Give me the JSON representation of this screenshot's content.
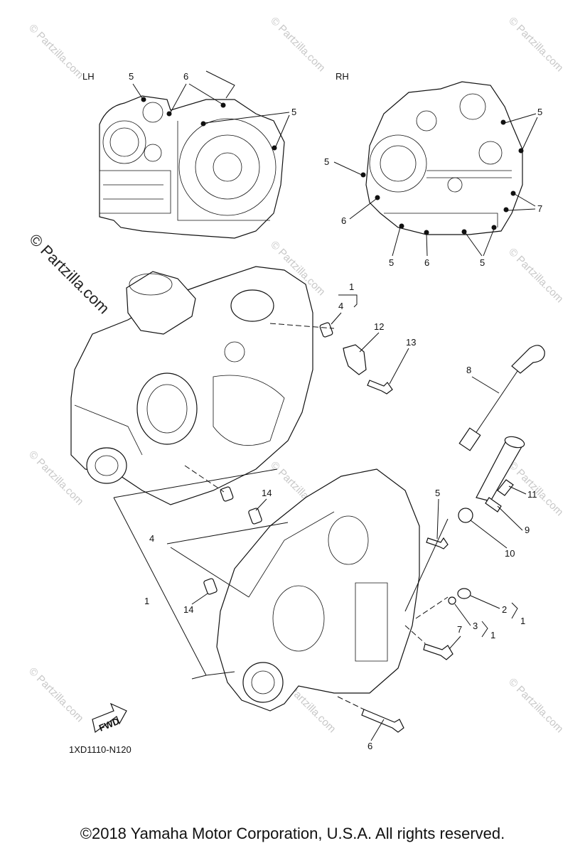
{
  "watermark": {
    "text": "© Partzilla.com",
    "prominent_text": "© Partzilla.com"
  },
  "views": {
    "left": "LH",
    "right": "RH"
  },
  "callouts": {
    "lh_5a": "5",
    "lh_6": "6",
    "lh_5b": "5",
    "rh_5a": "5",
    "rh_5b": "5",
    "rh_7": "7",
    "rh_6a": "6",
    "rh_5c": "5",
    "rh_6b": "6",
    "rh_5d": "5",
    "p1_top": "1",
    "p4_top": "4",
    "p12": "12",
    "p13": "13",
    "p8": "8",
    "p14a": "14",
    "p5": "5",
    "p11": "11",
    "p9": "9",
    "p10": "10",
    "p4_left": "4",
    "p1_left": "1",
    "p14b": "14",
    "p2": "2",
    "p1_r1": "1",
    "p3": "3",
    "p1_r2": "1",
    "p7": "7",
    "p6_bottom": "6"
  },
  "fwd_label": "FWD",
  "diagram_code": "1XD1110-N120",
  "copyright": "©2018  Yamaha Motor Corporation, U.S.A. All rights reserved."
}
